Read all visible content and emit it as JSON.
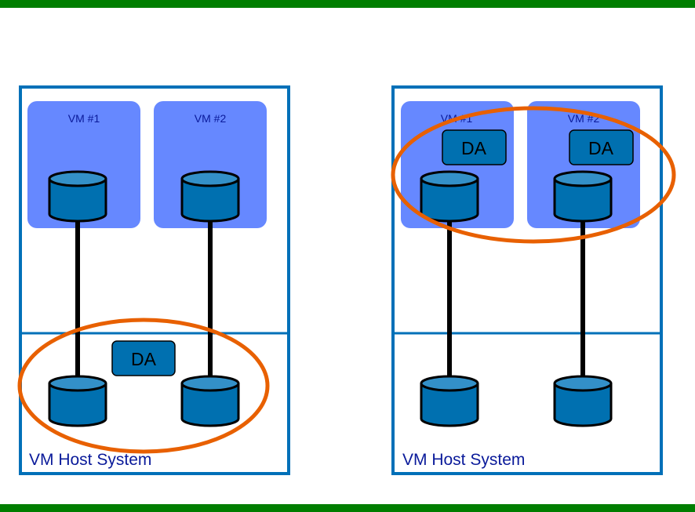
{
  "colors": {
    "band": "#007e00",
    "host_border": "#0070b8",
    "vm_fill": "#6688ff",
    "disk_body": "#0070b0",
    "disk_top": "#3390c8",
    "da_fill": "#0070b0",
    "highlight_ellipse": "#e86000",
    "text_dark_blue": "#0a1a9a"
  },
  "diagrams": [
    {
      "id": "left",
      "host_label": "VM Host System",
      "vms": [
        {
          "label": "VM #1"
        },
        {
          "label": "VM #2"
        }
      ],
      "agent": {
        "label": "DA",
        "location": "host"
      },
      "highlight": "host"
    },
    {
      "id": "right",
      "host_label": "VM Host System",
      "vms": [
        {
          "label": "VM #1",
          "agent_label": "DA"
        },
        {
          "label": "VM #2",
          "agent_label": "DA"
        }
      ],
      "agent": {
        "location": "vm"
      },
      "highlight": "vms"
    }
  ]
}
